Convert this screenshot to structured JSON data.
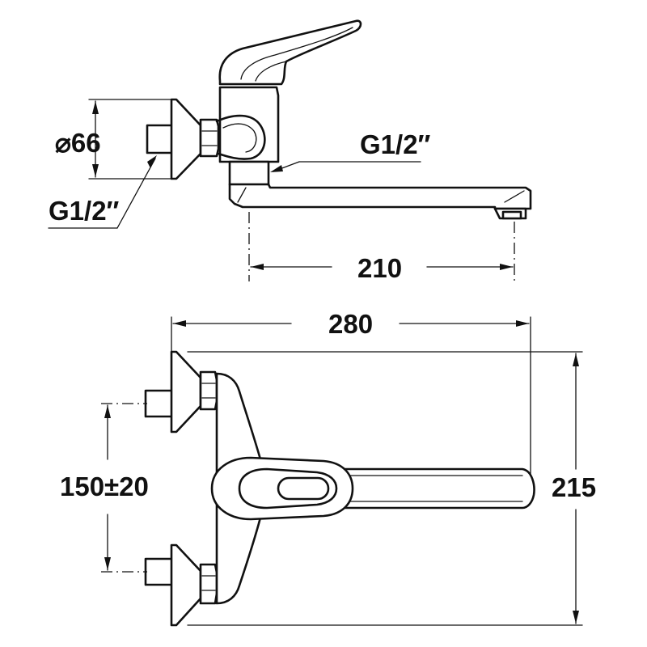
{
  "dimensions": {
    "diameter_label": "⌀66",
    "thread_left_label": "G1/2″",
    "thread_right_label": "G1/2″",
    "spout_reach_label": "210",
    "overall_width_label": "280",
    "inlet_spacing_label": "150±20",
    "overall_depth_label": "215"
  }
}
